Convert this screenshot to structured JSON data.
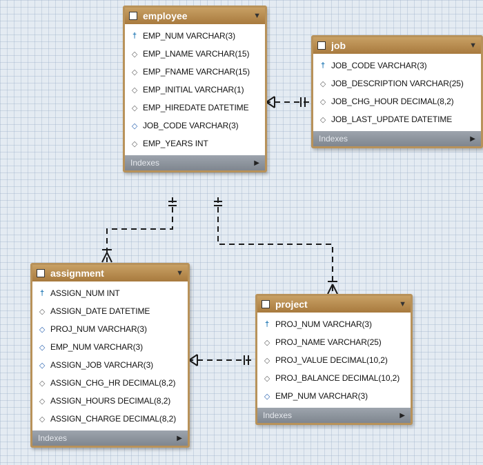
{
  "tables": {
    "employee": {
      "title": "employee",
      "fields": [
        {
          "text": "EMP_NUM VARCHAR(3)",
          "icon": "primary-key-icon"
        },
        {
          "text": "EMP_LNAME VARCHAR(15)",
          "icon": "diamond-icon"
        },
        {
          "text": "EMP_FNAME VARCHAR(15)",
          "icon": "diamond-icon"
        },
        {
          "text": "EMP_INITIAL VARCHAR(1)",
          "icon": "diamond-icon"
        },
        {
          "text": "EMP_HIREDATE DATETIME",
          "icon": "diamond-icon"
        },
        {
          "text": "JOB_CODE VARCHAR(3)",
          "icon": "foreign-key-diamond-icon"
        },
        {
          "text": "EMP_YEARS INT",
          "icon": "diamond-icon"
        }
      ],
      "indexes_label": "Indexes"
    },
    "job": {
      "title": "job",
      "fields": [
        {
          "text": "JOB_CODE VARCHAR(3)",
          "icon": "primary-key-icon"
        },
        {
          "text": "JOB_DESCRIPTION VARCHAR(25)",
          "icon": "diamond-icon"
        },
        {
          "text": "JOB_CHG_HOUR DECIMAL(8,2)",
          "icon": "diamond-icon"
        },
        {
          "text": "JOB_LAST_UPDATE DATETIME",
          "icon": "diamond-icon"
        }
      ],
      "indexes_label": "Indexes"
    },
    "assignment": {
      "title": "assignment",
      "fields": [
        {
          "text": "ASSIGN_NUM INT",
          "icon": "primary-key-icon"
        },
        {
          "text": "ASSIGN_DATE DATETIME",
          "icon": "diamond-icon"
        },
        {
          "text": "PROJ_NUM VARCHAR(3)",
          "icon": "foreign-key-diamond-icon"
        },
        {
          "text": "EMP_NUM VARCHAR(3)",
          "icon": "foreign-key-diamond-icon"
        },
        {
          "text": "ASSIGN_JOB VARCHAR(3)",
          "icon": "foreign-key-diamond-icon"
        },
        {
          "text": "ASSIGN_CHG_HR DECIMAL(8,2)",
          "icon": "diamond-icon"
        },
        {
          "text": "ASSIGN_HOURS DECIMAL(8,2)",
          "icon": "diamond-icon"
        },
        {
          "text": "ASSIGN_CHARGE DECIMAL(8,2)",
          "icon": "diamond-icon"
        }
      ],
      "indexes_label": "Indexes"
    },
    "project": {
      "title": "project",
      "fields": [
        {
          "text": "PROJ_NUM VARCHAR(3)",
          "icon": "primary-key-icon"
        },
        {
          "text": "PROJ_NAME VARCHAR(25)",
          "icon": "diamond-icon"
        },
        {
          "text": "PROJ_VALUE DECIMAL(10,2)",
          "icon": "diamond-icon"
        },
        {
          "text": "PROJ_BALANCE DECIMAL(10,2)",
          "icon": "diamond-icon"
        },
        {
          "text": "EMP_NUM VARCHAR(3)",
          "icon": "foreign-key-diamond-icon"
        }
      ],
      "indexes_label": "Indexes"
    }
  },
  "relationships": [
    {
      "from": "employee",
      "to": "job",
      "type": "many-to-one"
    },
    {
      "from": "employee",
      "to": "assignment",
      "type": "one-to-many"
    },
    {
      "from": "employee",
      "to": "project",
      "type": "one-to-many"
    },
    {
      "from": "assignment",
      "to": "project",
      "type": "many-to-one"
    }
  ],
  "colors": {
    "header": "#b8925a",
    "indexes_bar": "#8a919a",
    "primary_key": "#1f77b4",
    "connector": "#1a1a1a"
  }
}
